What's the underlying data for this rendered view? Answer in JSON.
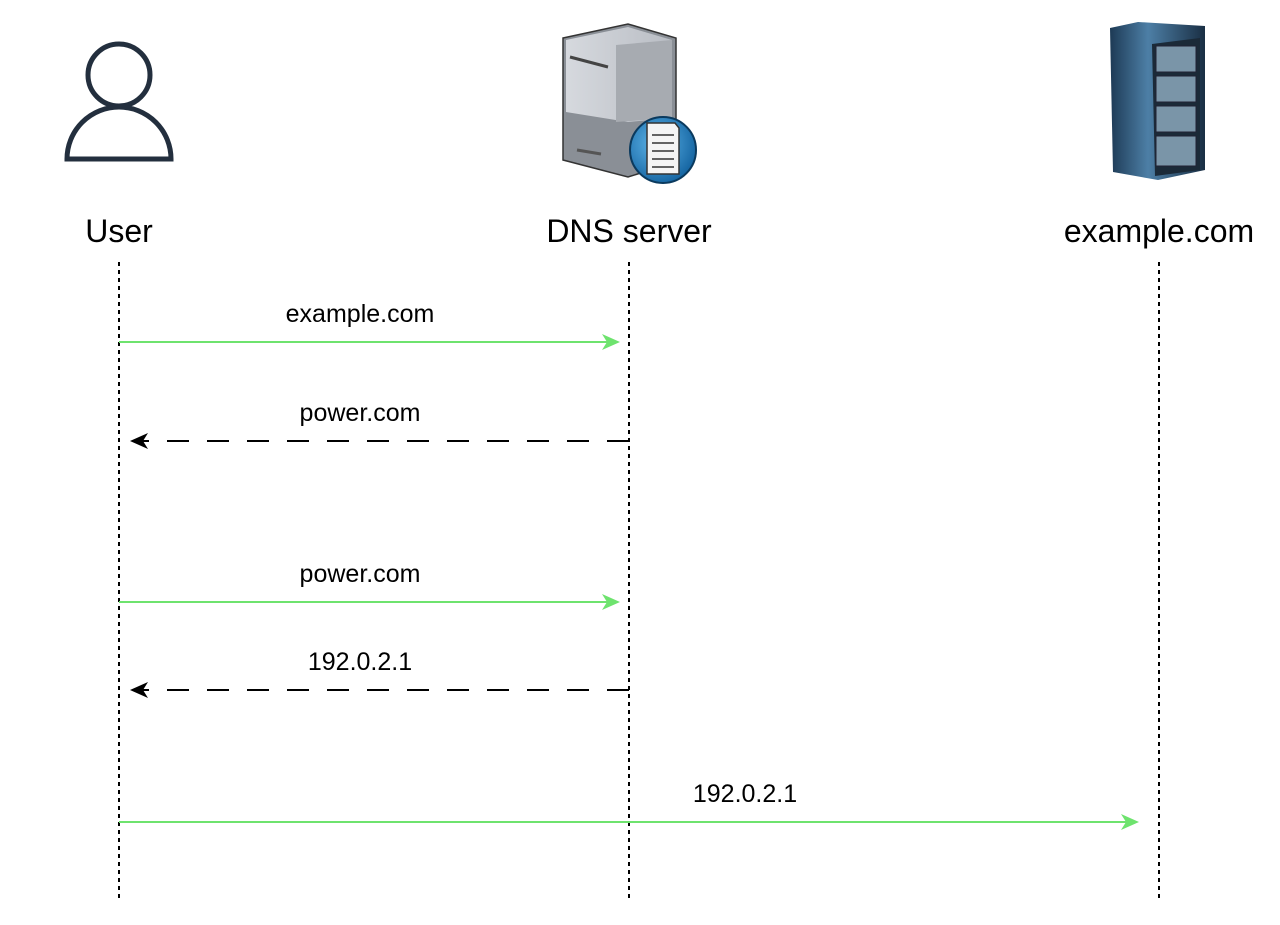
{
  "participants": [
    {
      "label": "User",
      "icon": "user-icon"
    },
    {
      "label": "DNS server",
      "icon": "dns-server-icon"
    },
    {
      "label": "example.com",
      "icon": "server-rack-icon"
    }
  ],
  "messages": [
    {
      "label": "example.com",
      "from": "User",
      "to": "DNS server",
      "style": "solid",
      "color": "#6ee36e"
    },
    {
      "label": "power.com",
      "from": "DNS server",
      "to": "User",
      "style": "dashed",
      "color": "#000000"
    },
    {
      "label": "power.com",
      "from": "User",
      "to": "DNS server",
      "style": "solid",
      "color": "#6ee36e"
    },
    {
      "label": "192.0.2.1",
      "from": "DNS server",
      "to": "User",
      "style": "dashed",
      "color": "#000000"
    },
    {
      "label": "192.0.2.1",
      "from": "User",
      "to": "example.com",
      "style": "solid",
      "color": "#6ee36e"
    }
  ]
}
